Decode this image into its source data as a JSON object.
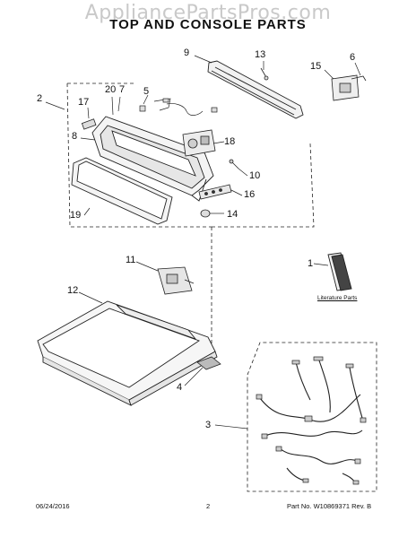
{
  "watermark": "AppliancePartsPros.com",
  "title": "TOP AND CONSOLE PARTS",
  "literature_label": "Literature Parts",
  "footer": {
    "date": "06/24/2016",
    "page": "2",
    "part_no": "Part No. W10869371  Rev. B"
  },
  "callouts": [
    "1",
    "2",
    "3",
    "4",
    "5",
    "6",
    "7",
    "8",
    "9",
    "10",
    "11",
    "12",
    "13",
    "14",
    "15",
    "16",
    "17",
    "18",
    "19",
    "20"
  ]
}
